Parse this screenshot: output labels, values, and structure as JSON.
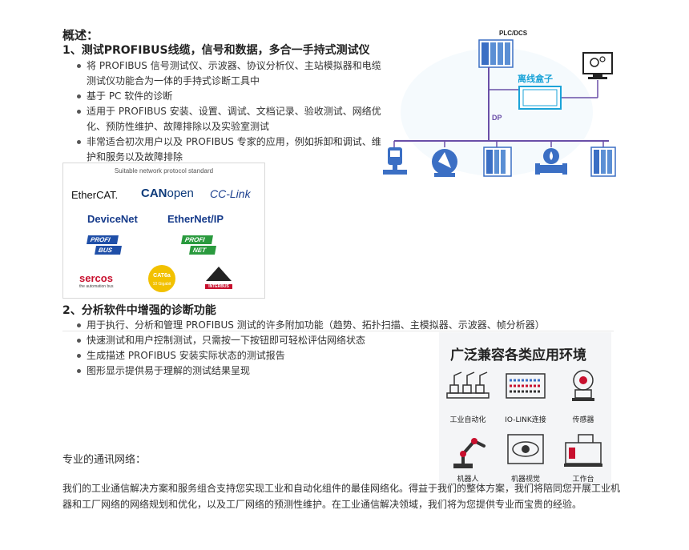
{
  "overview": {
    "title": "概述：",
    "section1_title": "1、测试PROFIBUS线缆，信号和数据，多合一手持式测试仪",
    "section1_bullets": [
      "将 PROFIBUS 信号测试仪、示波器、协议分析仪、主站模拟器和电缆测试仪功能合为一体的手持式诊断工具中",
      "基于 PC 软件的诊断",
      "适用于 PROFIBUS 安装、设置、调试、文档记录、验收测试、网络优化、预防性维护、故障排除以及实验室测试",
      "非常适合初次用户以及 PROFIBUS 专家的应用，例如拆卸和调试、维护和服务以及故障排除"
    ]
  },
  "diagram": {
    "plc_label": "PLC/DCS",
    "box_label": "离线盒子",
    "bus_label": "DP",
    "colors": {
      "bus": "#6a4fa8",
      "accent": "#1aa3d8",
      "device": "#3b6fc4"
    }
  },
  "protocols": {
    "caption": "Suitable network protocol standard",
    "ethercat": "EtherCAT.",
    "canopen_can": "CAN",
    "canopen_open": "open",
    "cclink": "CC-Link",
    "devicenet": "DeviceNet",
    "ethernetip": "EtherNet/IP",
    "profibus_top": "PROFI",
    "profibus_bottom": "BUS",
    "profinet_top": "PROFI",
    "profinet_bottom": "NET",
    "sercos": "sercos",
    "sercos_tag": "the automation bus",
    "cat6": "CAT6a",
    "cat6_sub": "10 Gigabit",
    "interbus": "INTERBUS"
  },
  "section2": {
    "title": "2、分析软件中增强的诊断功能",
    "bullets": [
      "用于执行、分析和管理 PROFIBUS 测试的许多附加功能（趋势、拓扑扫描、主模拟器、示波器、帧分析器）",
      "快速测试和用户控制测试，只需按一下按钮即可轻松评估网络状态",
      "生成描述 PROFIBUS 安装实际状态的测试报告",
      "图形显示提供易于理解的测试结果呈现"
    ]
  },
  "applications": {
    "title": "广泛兼容各类应用环境",
    "items": [
      "工业自动化",
      "IO-LINK连接",
      "传感器",
      "机器人",
      "机器视觉",
      "工作台"
    ]
  },
  "network": {
    "title": "专业的通讯网络：",
    "paragraph": "我们的工业通信解决方案和服务组合支持您实现工业和自动化组件的最佳网络化。得益于我们的整体方案，我们将陪同您开展工业机器和工厂网络的网络规划和优化，以及工厂网络的预测性维护。在工业通信解决领域，我们将为您提供专业而宝贵的经验。"
  }
}
